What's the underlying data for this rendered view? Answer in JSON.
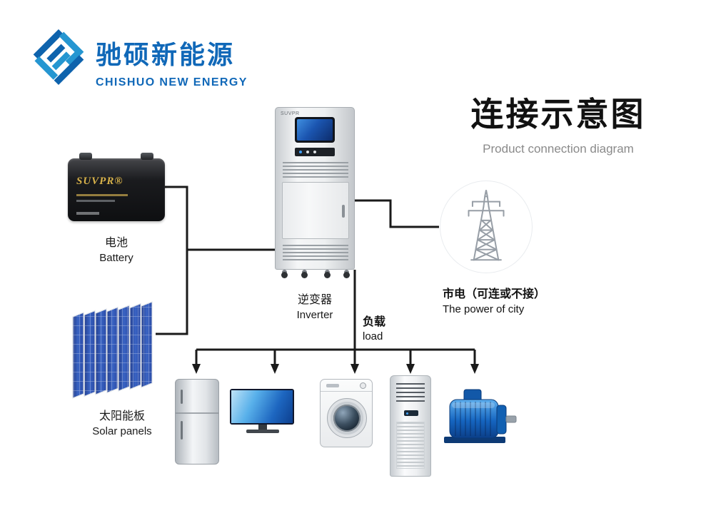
{
  "brand": {
    "logo_cn": "驰硕新能源",
    "logo_en": "CHISHUO NEW ENERGY"
  },
  "header": {
    "title": "连接示意图",
    "subtitle": "Product connection diagram"
  },
  "battery": {
    "brand": "SUVPR®",
    "label_cn": "电池",
    "label_en": "Battery"
  },
  "inverter": {
    "brand": "SUVPR",
    "label_cn": "逆变器",
    "label_en": "Inverter"
  },
  "grid_power": {
    "label_cn": "市电（可连或不接）",
    "label_en": "The power of city"
  },
  "solar": {
    "label_cn": "太阳能板",
    "label_en": "Solar panels"
  },
  "load": {
    "label_cn": "负载",
    "label_en": "load"
  },
  "appliances": [
    {
      "name": "refrigerator"
    },
    {
      "name": "computer-monitor"
    },
    {
      "name": "washing-machine"
    },
    {
      "name": "air-conditioner"
    },
    {
      "name": "electric-motor"
    }
  ],
  "colors": {
    "brand_blue": "#1068b8",
    "brand_blue_light": "#2596d1",
    "title_black": "#111111",
    "subtitle_gray": "#8a8a8a",
    "wire_black": "#1a1a1a",
    "solar_panel_blue": "#2f4db3",
    "motor_blue": "#1565c0",
    "tower_gray": "#979ea6"
  }
}
